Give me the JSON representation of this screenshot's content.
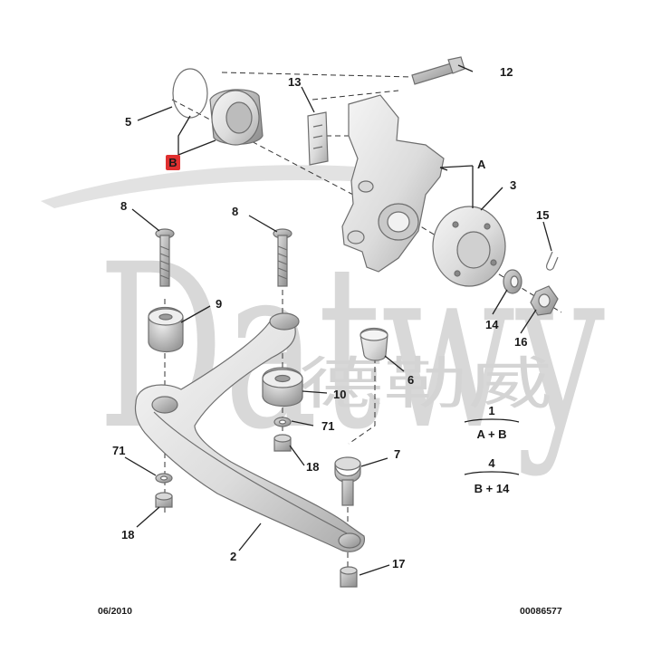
{
  "watermark": {
    "letters": "Datwy",
    "cjk": "德勒威"
  },
  "callouts": [
    {
      "id": "p12",
      "label": "12"
    },
    {
      "id": "p13",
      "label": "13"
    },
    {
      "id": "p5",
      "label": "5"
    },
    {
      "id": "pB",
      "label": "B"
    },
    {
      "id": "pA",
      "label": "A"
    },
    {
      "id": "p3",
      "label": "3"
    },
    {
      "id": "p15",
      "label": "15"
    },
    {
      "id": "p8a",
      "label": "8"
    },
    {
      "id": "p8b",
      "label": "8"
    },
    {
      "id": "p9",
      "label": "9"
    },
    {
      "id": "p14",
      "label": "14"
    },
    {
      "id": "p16",
      "label": "16"
    },
    {
      "id": "p6",
      "label": "6"
    },
    {
      "id": "p10",
      "label": "10"
    },
    {
      "id": "p71a",
      "label": "71"
    },
    {
      "id": "p18a",
      "label": "18"
    },
    {
      "id": "p7",
      "label": "7"
    },
    {
      "id": "p71b",
      "label": "71"
    },
    {
      "id": "p18b",
      "label": "18"
    },
    {
      "id": "p2",
      "label": "2"
    },
    {
      "id": "p17",
      "label": "17"
    }
  ],
  "legend": [
    {
      "number": "1",
      "formula": "A + B"
    },
    {
      "number": "4",
      "formula": "B + 14"
    }
  ],
  "footer": {
    "date": "06/2010",
    "reference": "00086577"
  },
  "colors": {
    "part_fill": "#e9e9e9",
    "part_stroke": "#6e6e6e",
    "highlight_box": "#e03030",
    "watermark": "#d8d8d8"
  }
}
